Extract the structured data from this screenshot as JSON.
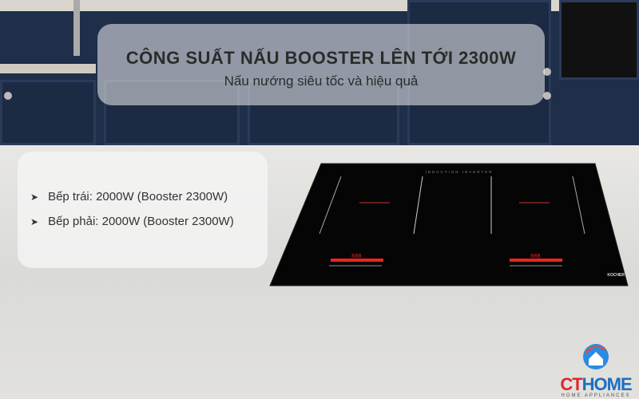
{
  "banner": {
    "title": "CÔNG SUẤT NẤU BOOSTER LÊN TỚI 2300W",
    "subtitle": "Nấu nướng siêu tốc và hiệu quả"
  },
  "features": [
    {
      "icon": "arrow-right-icon",
      "text": "Bếp trái: 2000W (Booster 2300W)"
    },
    {
      "icon": "arrow-right-icon",
      "text": "Bếp phải: 2000W (Booster 2300W)"
    }
  ],
  "product": {
    "panel_label": "INDUCTION INVERTER",
    "brand": "KOCHER",
    "display_left": "888",
    "display_right": "888"
  },
  "logo": {
    "part1": "CT",
    "part2": "HOME",
    "tagline": "HOME APPLIANCES"
  },
  "colors": {
    "cabinet": "#1f2e49",
    "accent_red": "#e0252b",
    "accent_blue": "#1e6fc0"
  }
}
